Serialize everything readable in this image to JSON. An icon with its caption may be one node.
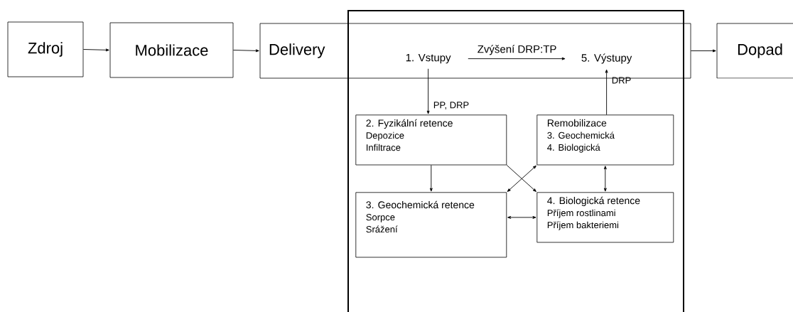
{
  "diagram": {
    "nodes": [
      {
        "text": [
          "Zdroj"
        ]
      },
      {
        "text": [
          "Mobilizace"
        ]
      },
      {
        "text": [
          "Delivery"
        ]
      },
      {
        "text": [
          "1. Vstupy"
        ],
        "in": 2
      },
      {
        "text": [
          "5. Výstupy"
        ],
        "in": 2
      },
      {
        "text": [
          "2. Fyzikální retence",
          "Depozice",
          "Infiltrace"
        ]
      },
      {
        "text": [
          "Remobilizace",
          "3. Geochemická",
          "4. Biologická"
        ]
      },
      {
        "text": [
          "3. Geochemická retence",
          "Sorpce",
          "Srážení"
        ]
      },
      {
        "text": [
          "4. Biologická retence",
          "Příjem rostlinami",
          "Příjem bakteriemi"
        ]
      },
      {
        "text": [
          "Dopad"
        ]
      }
    ],
    "edges": [
      {
        "from": 0,
        "to": 1,
        "arrow": "to"
      },
      {
        "from": 1,
        "to": 2,
        "arrow": "to"
      },
      {
        "from": 3,
        "to": 4,
        "arrow": "to",
        "label": "Zvýšení DRP:TP"
      },
      {
        "from": 3,
        "to": 5,
        "arrow": "to",
        "label": "PP, DRP"
      },
      {
        "from": 6,
        "to": 4,
        "arrow": "to",
        "label": "DRP"
      },
      {
        "from": 5,
        "to": 7,
        "arrow": "to"
      },
      {
        "from": 5,
        "to": 8,
        "arrow": "to"
      },
      {
        "from": 7,
        "to": 6,
        "arrow": "both"
      },
      {
        "from": 6,
        "to": 8,
        "arrow": "both"
      },
      {
        "from": 7,
        "to": 8,
        "arrow": "both"
      },
      {
        "from": 2,
        "to": 9,
        "arrow": "to"
      }
    ]
  }
}
